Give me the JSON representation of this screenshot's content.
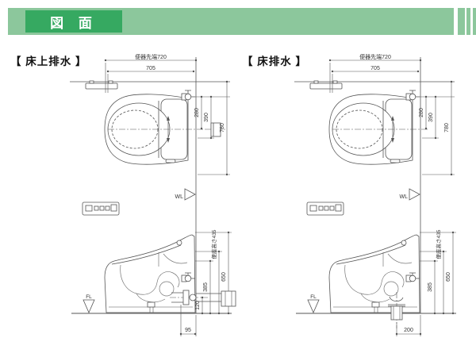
{
  "header": {
    "title": "図 面"
  },
  "colors": {
    "bar_light": "#8cc79c",
    "bar_dark": "#36a961",
    "line": "#555555",
    "text": "#333333"
  },
  "diagrams": [
    {
      "id": "floor-above-drain",
      "title": "【 床上排水 】",
      "labels": {
        "tip": "便器先端720",
        "length": "705",
        "supply_offset": "280",
        "supply_span": "390",
        "plan_total": "780",
        "water_line": "WL",
        "floor_line": "FL",
        "seat_height": "便座高さ435",
        "total_height": "650",
        "rim_height": "385",
        "drain_center_height": "120",
        "drain_offset": "95"
      }
    },
    {
      "id": "floor-drain",
      "title": "【 床排水 】",
      "labels": {
        "tip": "便器先端720",
        "length": "705",
        "supply_offset": "280",
        "supply_span": "390",
        "plan_total": "780",
        "water_line": "WL",
        "floor_line": "FL",
        "seat_height": "便座高さ435",
        "total_height": "650",
        "rim_height": "385",
        "drain_offset": "200"
      }
    }
  ]
}
